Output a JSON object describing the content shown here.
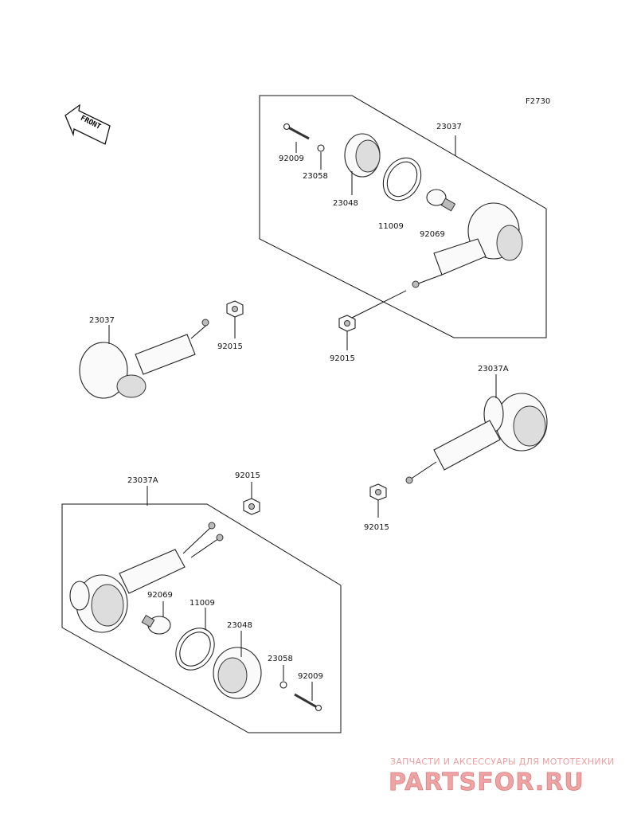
{
  "figure_code": "F2730",
  "front_label": "FRONT",
  "callouts": {
    "a_92009": "92009",
    "a_23058": "23058",
    "a_23048": "23048",
    "a_23037": "23037",
    "a_11009": "11009",
    "a_92069": "92069",
    "a_92015": "92015",
    "b_23037": "23037",
    "b_92015": "92015",
    "c_23037A": "23037A",
    "c_92015": "92015",
    "d_23037A": "23037A",
    "d_92015": "92015",
    "d_92069": "92069",
    "d_11009": "11009",
    "d_23048": "23048",
    "d_23058": "23058",
    "d_92009": "92009"
  },
  "watermark": {
    "tagline": "ЗАПЧАСТИ И АКСЕССУАРЫ ДЛЯ МОТОТЕХНИКИ",
    "logo_text": "PARTSFOR.RU",
    "color": "#e05a5a"
  }
}
